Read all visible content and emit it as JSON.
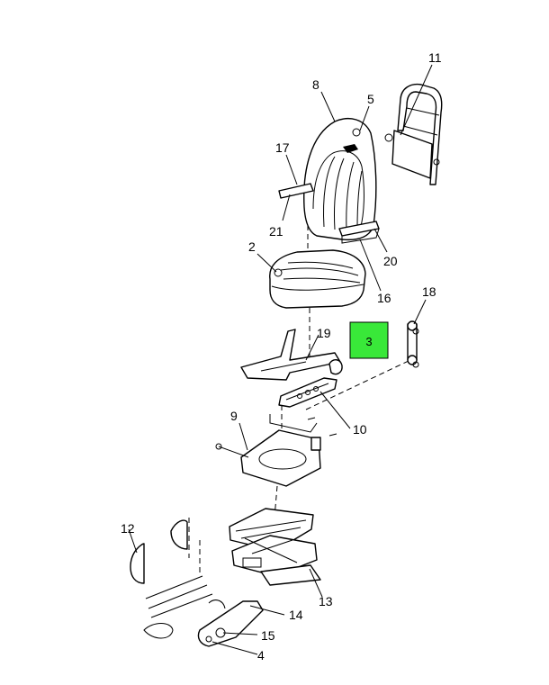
{
  "diagram": {
    "callouts": {
      "p1": "8",
      "p2": "5",
      "p3": "11",
      "p4": "17",
      "p5": "21",
      "p6": "2",
      "p7": "20",
      "p8": "16",
      "p9": "18",
      "p10": "19",
      "p11": "10",
      "p12": "9",
      "p13": "12",
      "p14": "13",
      "p15": "14",
      "p16": "15",
      "p17": "4"
    },
    "highlighted_callout": "3",
    "highlight_color": "#39e839"
  }
}
